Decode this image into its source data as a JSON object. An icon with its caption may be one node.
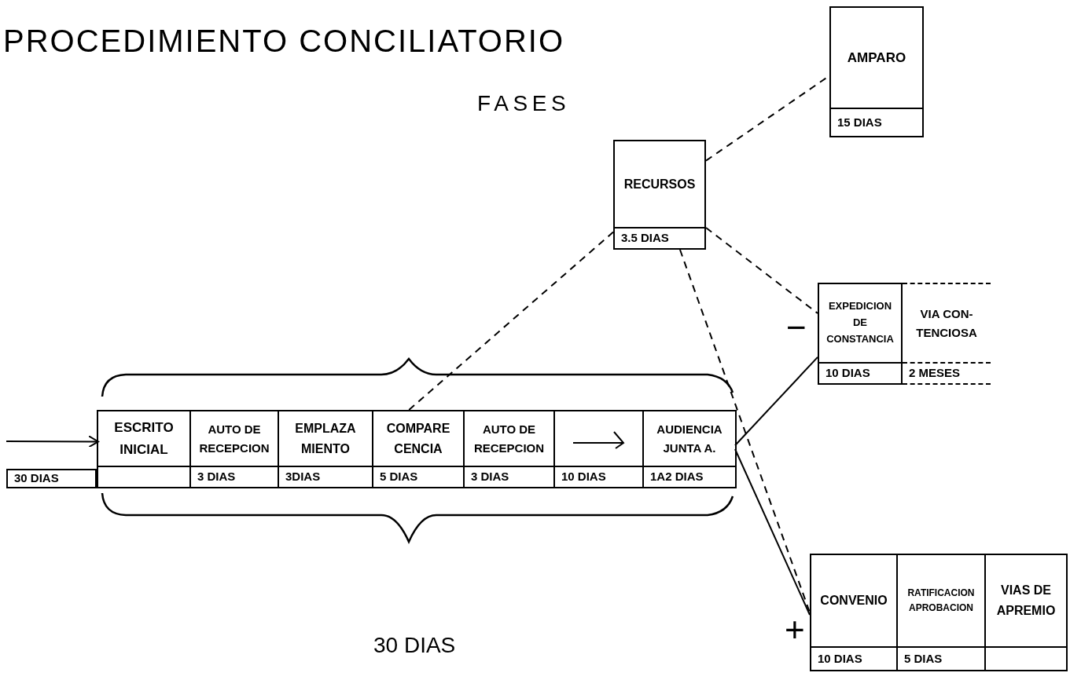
{
  "diagram": {
    "title": "PROCEDIMIENTO CONCILIATORIO",
    "nodes": [
      {
        "text": [],
        "shape": "box"
      },
      {
        "text": [
          "ESCRITO INICIAL"
        ],
        "in": 0
      },
      {
        "text": [
          "AUTO DE RECEPCION",
          "3 DIAS"
        ],
        "in": 0
      },
      {
        "text": [
          "EMPLAZA MIENTO",
          "3DIAS"
        ],
        "in": 0
      },
      {
        "text": [
          "COMPARE CENCIA",
          "5 DIAS"
        ],
        "in": 0
      },
      {
        "text": [
          "AUTO DE RECEPCION",
          "3 DIAS"
        ],
        "in": 0
      },
      {
        "text": [
          "10 DIAS"
        ],
        "in": 0
      },
      {
        "text": [
          "AUDIENCIA JUNTA A.",
          "1A2 DIAS"
        ],
        "in": 0
      },
      {
        "text": [
          "30 DIAS"
        ]
      },
      {
        "text": [
          "RECURSOS",
          "3.5 DIAS"
        ]
      },
      {
        "text": [
          "AMPARO",
          "15 DIAS"
        ]
      },
      {
        "text": [
          "EXPEDICION DE CONSTANCIA",
          "10 DIAS"
        ]
      },
      {
        "text": [
          "VIA CON- TENCIOSA",
          "2 MESES"
        ]
      },
      {
        "text": [
          "CONVENIO",
          "10 DIAS"
        ]
      },
      {
        "text": [
          "RATIFICACION APROBACION",
          "5 DIAS"
        ]
      },
      {
        "text": [
          "VIAS DE APREMIO"
        ]
      }
    ],
    "edges": [
      {
        "from": null,
        "to": 1,
        "arrow": "to"
      },
      {
        "from": 0,
        "to": 9,
        "arrow": "none",
        "style": "dashed"
      },
      {
        "from": 9,
        "to": 10,
        "arrow": "none",
        "style": "dashed"
      },
      {
        "from": 9,
        "to": 11,
        "arrow": "none",
        "style": "dashed"
      },
      {
        "from": 9,
        "to": 13,
        "arrow": "none",
        "style": "dashed"
      },
      {
        "from": 7,
        "to": 11,
        "arrow": "none"
      },
      {
        "from": 7,
        "to": 13,
        "arrow": "none"
      }
    ],
    "labels": [
      "FASES",
      "30 DIAS",
      "−",
      "+"
    ]
  }
}
